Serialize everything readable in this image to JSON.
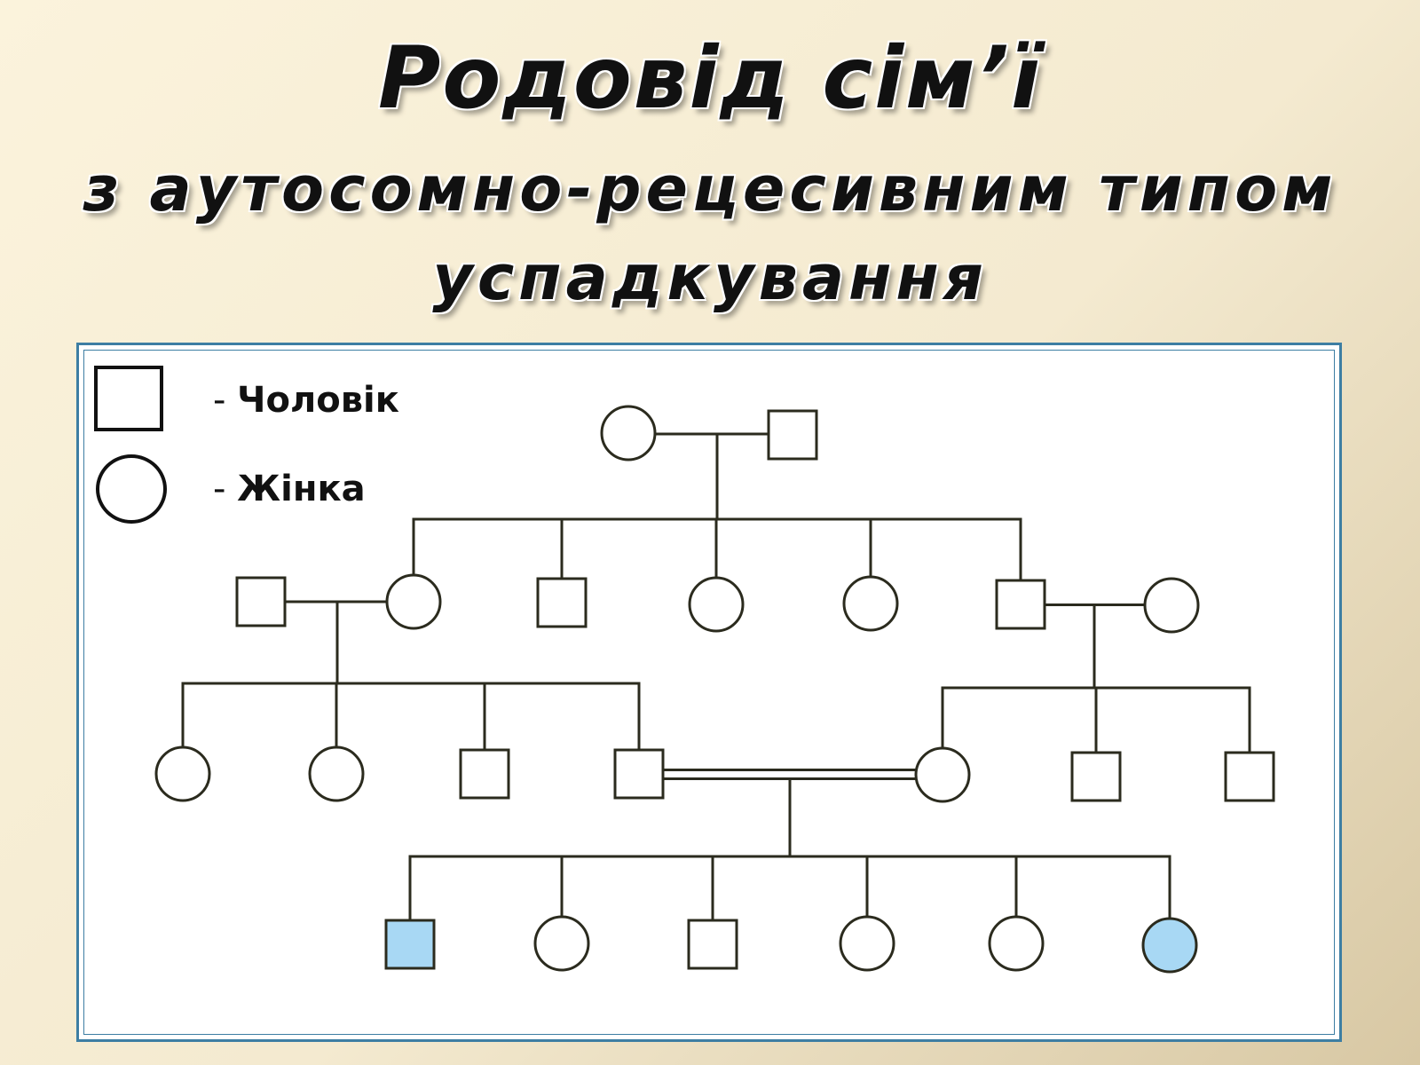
{
  "title": {
    "line1": "Родовід сім’ї",
    "line2": "з аутосомно-рецесивним типом",
    "line3": "успадкування"
  },
  "legend": {
    "dash": "-",
    "male_label": "Чоловік",
    "female_label": "Жінка"
  },
  "colors": {
    "line": "#2b2b1e",
    "affected_fill": "#a8d8f4",
    "panel_border": "#3d7ea3"
  },
  "pedigree": {
    "individuals": [
      {
        "id": "I-1",
        "sex": "female",
        "affected": false
      },
      {
        "id": "I-2",
        "sex": "male",
        "affected": false
      },
      {
        "id": "II-1",
        "sex": "male",
        "affected": false
      },
      {
        "id": "II-2",
        "sex": "female",
        "affected": false
      },
      {
        "id": "II-3",
        "sex": "male",
        "affected": false
      },
      {
        "id": "II-4",
        "sex": "female",
        "affected": false
      },
      {
        "id": "II-5",
        "sex": "female",
        "affected": false
      },
      {
        "id": "II-6",
        "sex": "male",
        "affected": false
      },
      {
        "id": "II-7",
        "sex": "female",
        "affected": false
      },
      {
        "id": "III-1",
        "sex": "female",
        "affected": false
      },
      {
        "id": "III-2",
        "sex": "female",
        "affected": false
      },
      {
        "id": "III-3",
        "sex": "male",
        "affected": false
      },
      {
        "id": "III-4",
        "sex": "male",
        "affected": false
      },
      {
        "id": "III-5",
        "sex": "female",
        "affected": false
      },
      {
        "id": "III-6",
        "sex": "male",
        "affected": false
      },
      {
        "id": "III-7",
        "sex": "male",
        "affected": false
      },
      {
        "id": "IV-1",
        "sex": "male",
        "affected": true
      },
      {
        "id": "IV-2",
        "sex": "female",
        "affected": false
      },
      {
        "id": "IV-3",
        "sex": "male",
        "affected": false
      },
      {
        "id": "IV-4",
        "sex": "female",
        "affected": false
      },
      {
        "id": "IV-5",
        "sex": "female",
        "affected": false
      },
      {
        "id": "IV-6",
        "sex": "female",
        "affected": true
      }
    ],
    "matings": [
      {
        "partners": [
          "I-1",
          "I-2"
        ],
        "consanguineous": false,
        "children": [
          "II-2",
          "II-3",
          "II-4",
          "II-5",
          "II-6"
        ]
      },
      {
        "partners": [
          "II-1",
          "II-2"
        ],
        "consanguineous": false,
        "children": [
          "III-1",
          "III-2",
          "III-3",
          "III-4"
        ]
      },
      {
        "partners": [
          "II-6",
          "II-7"
        ],
        "consanguineous": false,
        "children": [
          "III-5",
          "III-6",
          "III-7"
        ]
      },
      {
        "partners": [
          "III-4",
          "III-5"
        ],
        "consanguineous": true,
        "children": [
          "IV-1",
          "IV-2",
          "IV-3",
          "IV-4",
          "IV-5",
          "IV-6"
        ]
      }
    ]
  }
}
